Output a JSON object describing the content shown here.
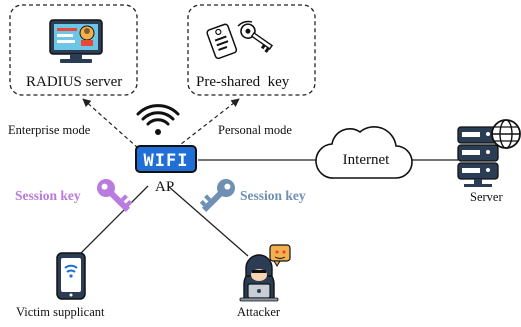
{
  "labels": {
    "radius_server": "RADIUS server",
    "pre_shared_key": "Pre-shared  key",
    "enterprise_mode": "Enterprise mode",
    "personal_mode": "Personal mode",
    "ap": "AP",
    "wifi": "WIFI",
    "internet": "Internet",
    "server": "Server",
    "session_key_left": "Session key",
    "session_key_right": "Session key",
    "victim": "Victim supplicant",
    "attacker": "Attacker"
  },
  "colors": {
    "ap_blue": "#1f6fd6",
    "session_key_left": "#b97be0",
    "session_key_right": "#6f8fb5",
    "line": "#222222"
  },
  "icons": {
    "radius": "radius-monitor-icon",
    "psk": "key-tag-icon",
    "ap": "wifi-router-icon",
    "cloud": "cloud-icon",
    "server": "server-globe-icon",
    "key_left": "purple-key-icon",
    "key_right": "blue-key-icon",
    "phone": "smartphone-wifi-icon",
    "attacker": "hacker-laptop-icon"
  }
}
